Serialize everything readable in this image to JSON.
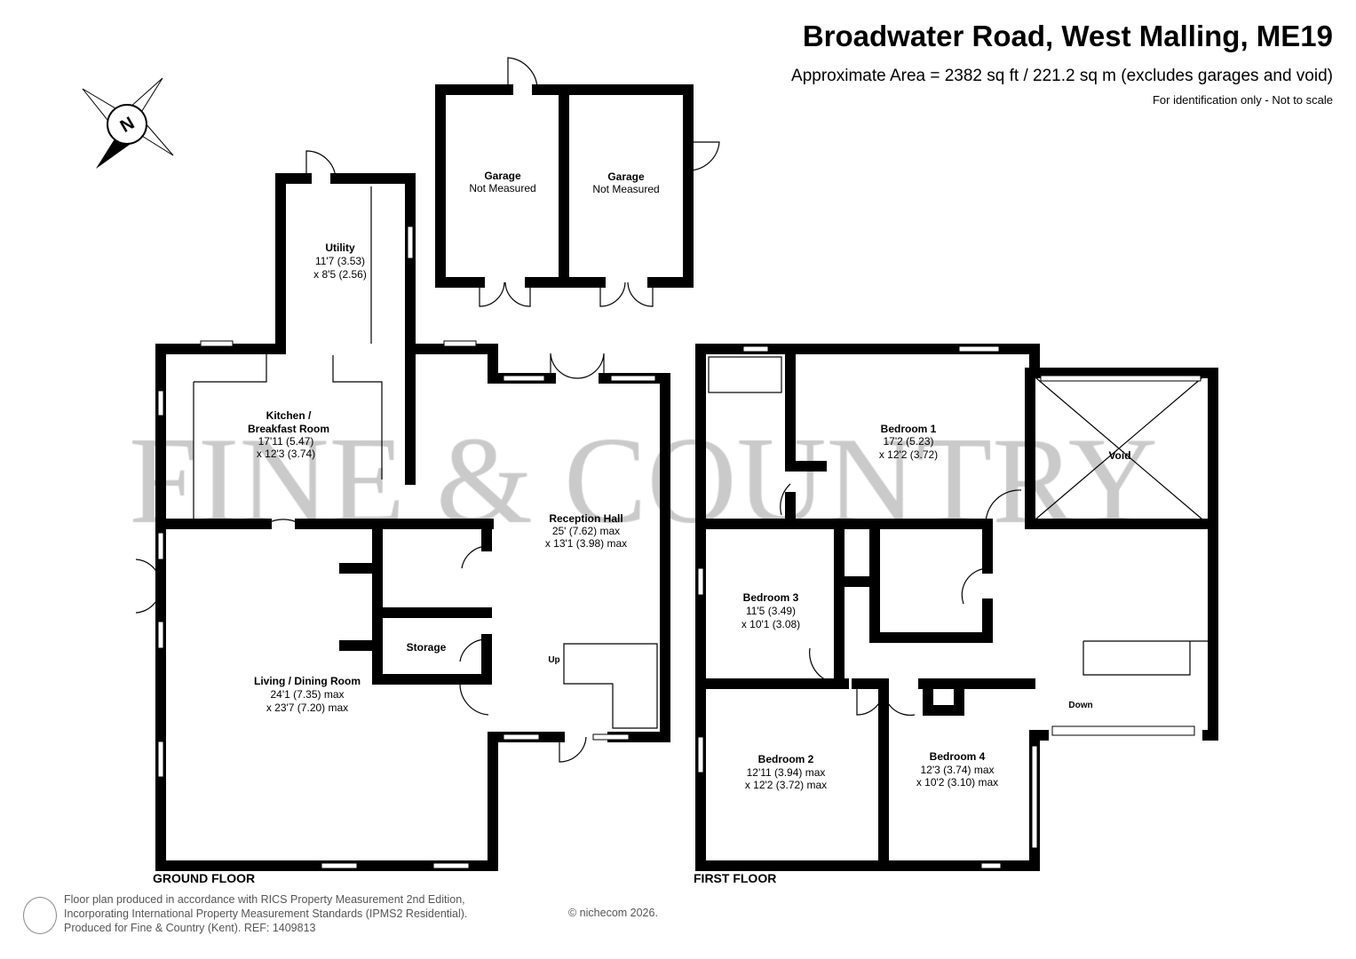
{
  "header": {
    "title": "Broadwater Road, West Malling, ME19",
    "area": "Approximate Area = 2382 sq ft / 221.2 sq m (excludes garages and void)",
    "note": "For identification only - Not to scale"
  },
  "watermark": "FINE & COUNTRY",
  "compass": {
    "label": "N"
  },
  "ground_floor": {
    "label": "GROUND FLOOR",
    "rooms": [
      {
        "name": "Garage",
        "dims": [
          "Not Measured"
        ]
      },
      {
        "name": "Garage",
        "dims": [
          "Not Measured"
        ]
      },
      {
        "name": "Utility",
        "dims": [
          "11'7 (3.53)",
          "x 8'5 (2.56)"
        ]
      },
      {
        "name": "Kitchen /",
        "name2": "Breakfast Room",
        "dims": [
          "17'11 (5.47)",
          "x 12'3 (3.74)"
        ]
      },
      {
        "name": "Reception Hall",
        "dims": [
          "25' (7.62) max",
          "x 13'1 (3.98) max"
        ]
      },
      {
        "name": "Storage",
        "dims": []
      },
      {
        "name": "Living / Dining Room",
        "dims": [
          "24'1 (7.35) max",
          "x 23'7 (7.20) max"
        ]
      }
    ],
    "stairs_label": "Up"
  },
  "first_floor": {
    "label": "FIRST FLOOR",
    "rooms": [
      {
        "name": "Bedroom 1",
        "dims": [
          "17'2 (5.23)",
          "x 12'2 (3.72)"
        ]
      },
      {
        "name": "Void",
        "dims": []
      },
      {
        "name": "Bedroom 3",
        "dims": [
          "11'5 (3.49)",
          "x 10'1 (3.08)"
        ]
      },
      {
        "name": "Bedroom 2",
        "dims": [
          "12'11 (3.94) max",
          "x 12'2 (3.72) max"
        ]
      },
      {
        "name": "Bedroom 4",
        "dims": [
          "12'3 (3.74) max",
          "x 10'2 (3.10) max"
        ]
      }
    ],
    "stairs_label": "Down"
  },
  "footer": {
    "lines": [
      "Floor plan produced in accordance with RICS Property Measurement 2nd Edition,",
      "Incorporating International Property Measurement Standards (IPMS2 Residential).",
      "Produced for Fine & Country (Kent).   REF:  1409813"
    ],
    "copyright": "© nichecom 2026."
  }
}
